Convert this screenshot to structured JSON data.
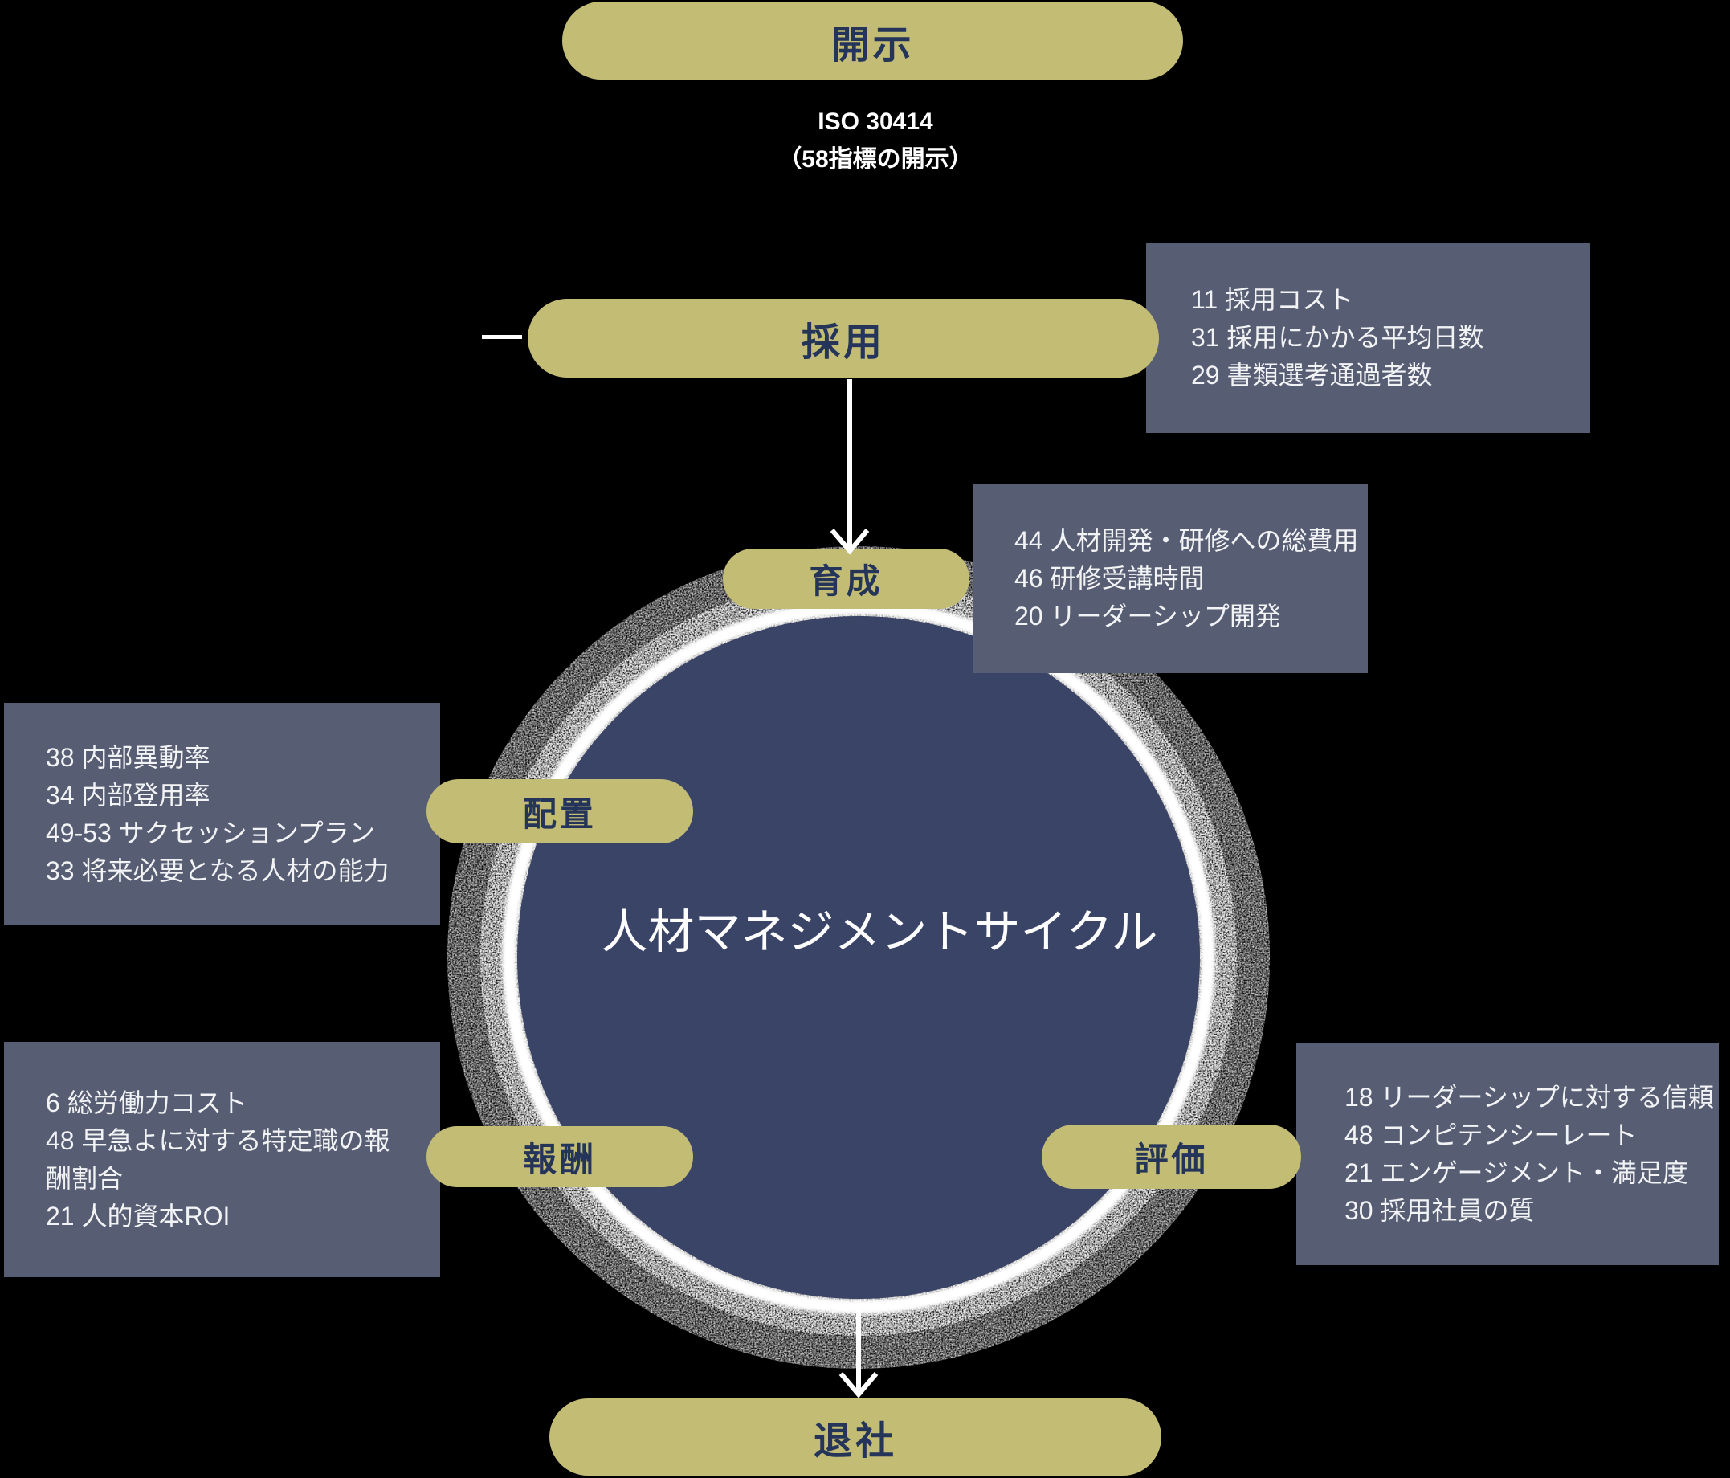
{
  "colors": {
    "background": "#000000",
    "pill": "#c2bc75",
    "pill_text": "#253459",
    "metrics_box": "#575d73",
    "circle": "#3a4467",
    "ring": "#ffffff",
    "text": "#ffffff"
  },
  "header": {
    "pill_label": "開示",
    "subtitle_line1": "ISO 30414",
    "subtitle_line2": "（58指標の開示）"
  },
  "cycle": {
    "title": "人材マネジメントサイクル"
  },
  "stages": [
    {
      "label": "採用",
      "metrics": [
        "11 採用コスト",
        "31 採用にかかる平均日数",
        "29 書類選考通過者数"
      ]
    },
    {
      "label": "育成",
      "metrics": [
        "44 人材開発・研修への総費用",
        "46 研修受講時間",
        "20 リーダーシップ開発"
      ]
    },
    {
      "label": "配置",
      "metrics": [
        "38 内部異動率",
        "34 内部登用率",
        "49-53 サクセッションプラン",
        "33 将来必要となる人材の能力"
      ]
    },
    {
      "label": "報酬",
      "metrics": [
        "6 総労働力コスト",
        "48 早急よに対する特定職の報酬割合",
        "21 人的資本ROI"
      ]
    },
    {
      "label": "評価",
      "metrics": [
        "18 リーダーシップに対する信頼",
        "48 コンピテンシーレート",
        "21 エンゲージメント・満足度",
        "30 採用社員の質"
      ]
    }
  ],
  "exit": {
    "pill_label": "退社"
  },
  "icons": {
    "down_arrow": "↓"
  }
}
